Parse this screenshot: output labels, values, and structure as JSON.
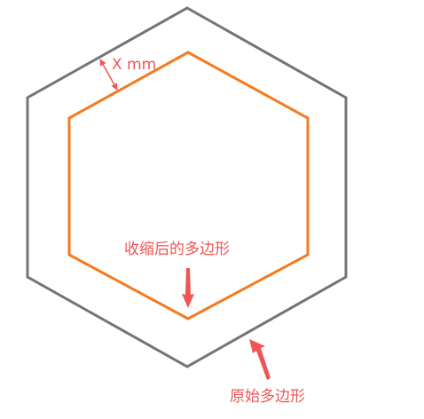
{
  "labels": {
    "offset": "X mm",
    "shrunk_polygon": "收缩后的多边形",
    "original_polygon": "原始多边形"
  },
  "colors": {
    "original_outline": "#747474",
    "shrunk_outline": "#f47a20",
    "annotation": "#f05454",
    "background": "#ffffff"
  }
}
